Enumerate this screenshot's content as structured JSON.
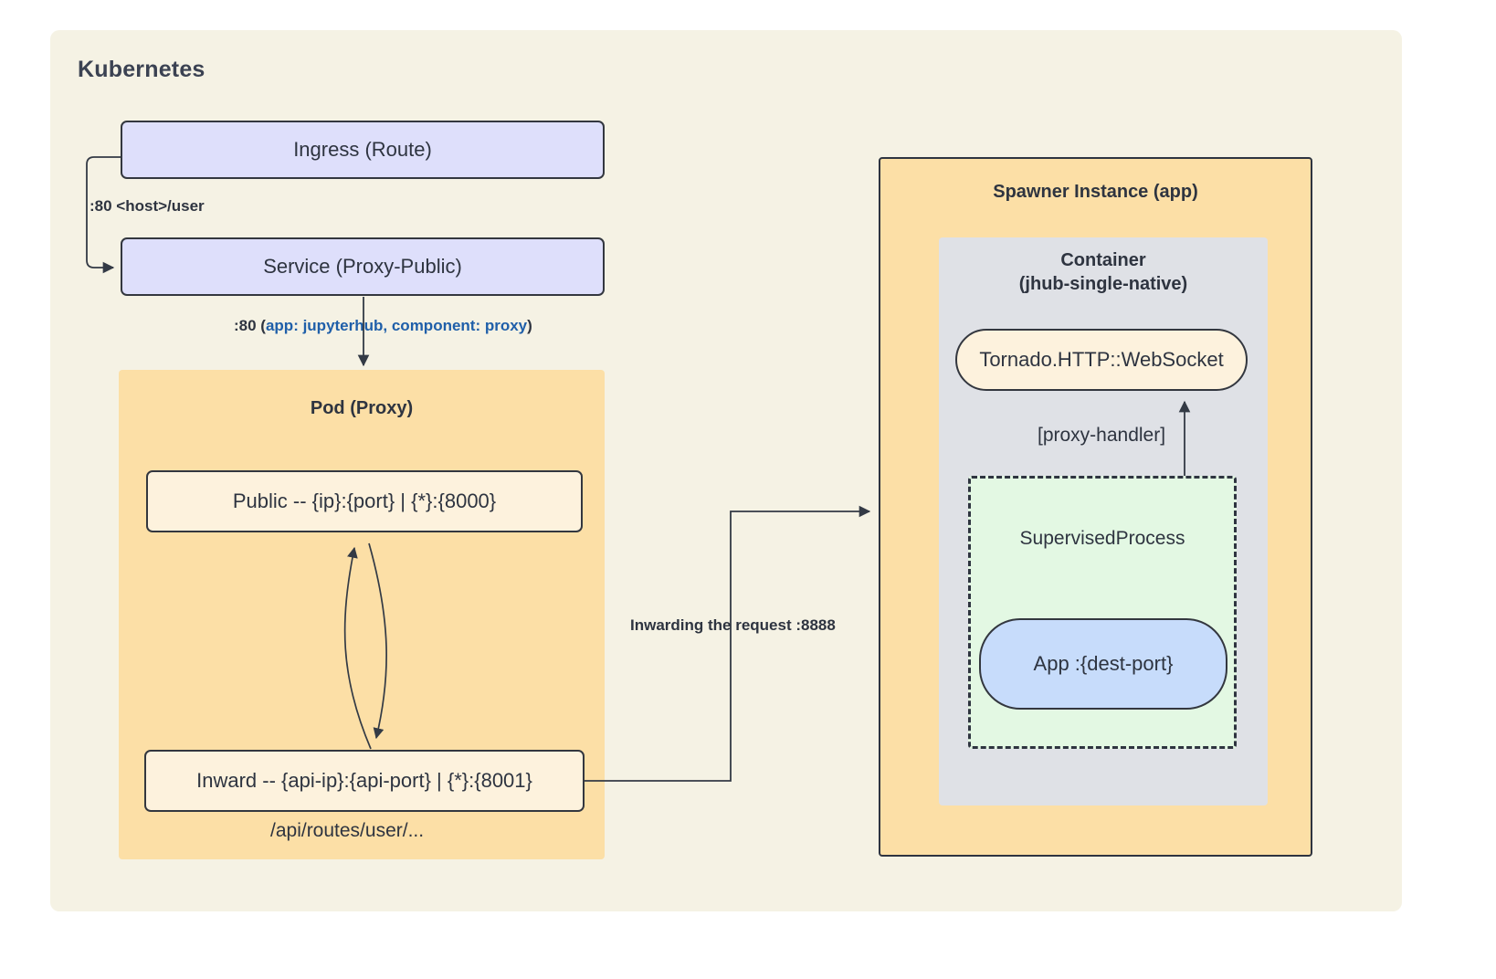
{
  "diagram": {
    "panel_title": "Kubernetes",
    "background_color": "#f5f2e4"
  },
  "nodes": {
    "ingress": {
      "label": "Ingress (Route)",
      "fill": "#dedffb"
    },
    "service": {
      "label": "Service (Proxy-Public)",
      "fill": "#dedffb"
    },
    "pod_proxy_title": "Pod (Proxy)",
    "public": {
      "label": "Public -- {ip}:{port} | {*}:{8000}",
      "fill": "#fdf2dd"
    },
    "inward": {
      "label": "Inward -- {api-ip}:{api-port} | {*}:{8001}",
      "fill": "#fdf2dd"
    },
    "api_routes": "/api/routes/user/...",
    "spawner_title": "Spawner Instance (app)",
    "container_title_line1": "Container",
    "container_title_line2": "(jhub-single-native)",
    "websocket": {
      "label": "Tornado.HTTP::WebSocket",
      "fill": "#fdf2dd"
    },
    "supervised_process": {
      "label": "SupervisedProcess",
      "fill": "#e3f8e3"
    },
    "app": {
      "label": "App :{dest-port}",
      "fill": "#c7dcfb"
    }
  },
  "edges": {
    "ingress_to_service": ":80 <host>/user",
    "service_to_pod_port": ":80 (",
    "service_to_pod_selector": "app: jupyterhub, component: proxy",
    "service_to_pod_close": ")",
    "selector_color": "#1f5fa9",
    "inward_to_spawner": "Inwarding the request :8888",
    "supervised_to_websocket": "[proxy-handler]"
  }
}
